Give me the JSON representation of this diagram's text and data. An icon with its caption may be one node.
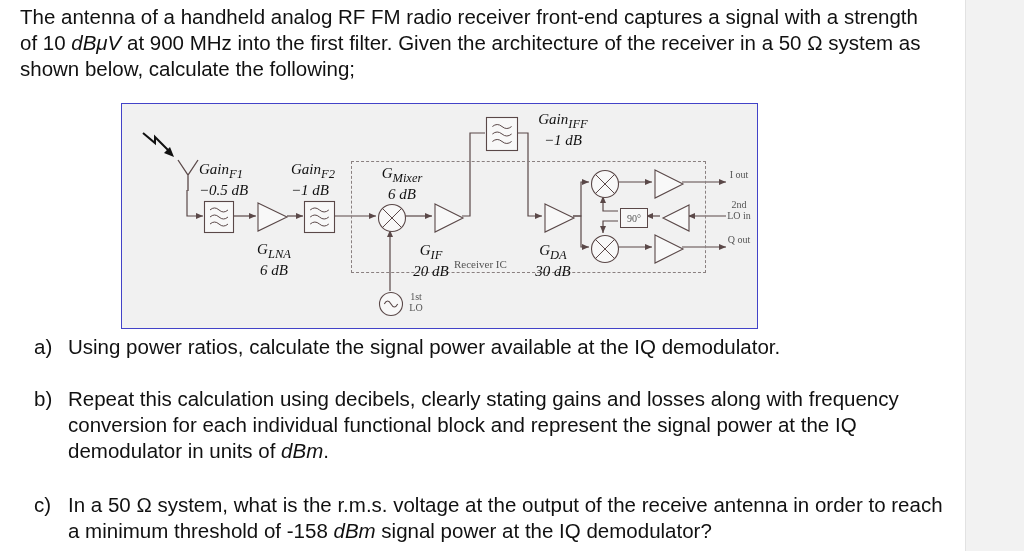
{
  "diagram": {
    "nodes": [
      {
        "text": [],
        "shape": "antenna"
      },
      {
        "text": [],
        "shape": "box",
        "beside": [
          "Gain$_{F1}$ −0.5 dB"
        ]
      },
      {
        "text": [],
        "shape": "triangle",
        "beside": [
          "G$_{LNA}$ 6 dB"
        ]
      },
      {
        "text": [],
        "shape": "box",
        "beside": [
          "Gain$_{F2}$ −1 dB"
        ]
      },
      {
        "text": [
          "Receiver IC"
        ]
      },
      {
        "text": [],
        "shape": "circle",
        "in": 4,
        "beside": [
          "G$_{Mixer}$ 6 dB"
        ]
      },
      {
        "text": [],
        "shape": "triangle",
        "in": 4,
        "beside": [
          "G$_{IF}$ 20 dB"
        ]
      },
      {
        "text": [],
        "shape": "box",
        "beside": [
          "Gain$_{IFF}$ −1 dB"
        ]
      },
      {
        "text": [],
        "shape": "triangle",
        "in": 4,
        "beside": [
          "G$_{DA}$ 30 dB"
        ]
      },
      {
        "text": [],
        "shape": "circle",
        "in": 4
      },
      {
        "text": [],
        "shape": "circle",
        "in": 4
      },
      {
        "text": [
          "90°"
        ],
        "in": 4
      },
      {
        "text": [],
        "shape": "triangle",
        "in": 4
      },
      {
        "text": [],
        "shape": "triangle",
        "in": 4
      },
      {
        "text": [],
        "shape": "triangle",
        "in": 4
      },
      {
        "text": [],
        "shape": "circle",
        "beside": [
          "1st LO"
        ]
      },
      {
        "text": [
          "I out"
        ]
      },
      {
        "text": [
          "2nd LO in"
        ]
      },
      {
        "text": [
          "Q out"
        ]
      }
    ],
    "edges": [
      {
        "from": 0,
        "to": 1,
        "arrow": "to"
      },
      {
        "from": 1,
        "to": 2,
        "arrow": "to"
      },
      {
        "from": 2,
        "to": 3,
        "arrow": "to"
      },
      {
        "from": 3,
        "to": 5,
        "arrow": "to"
      },
      {
        "from": 15,
        "to": 5,
        "arrow": "to"
      },
      {
        "from": 5,
        "to": 6,
        "arrow": "to"
      },
      {
        "from": 6,
        "to": 7,
        "arrow": "none"
      },
      {
        "from": 7,
        "to": 8,
        "arrow": "to"
      },
      {
        "from": 8,
        "to": 9,
        "arrow": "to"
      },
      {
        "from": 8,
        "to": 10,
        "arrow": "to"
      },
      {
        "from": 9,
        "to": 12,
        "arrow": "to"
      },
      {
        "from": 10,
        "to": 14,
        "arrow": "to"
      },
      {
        "from": 12,
        "to": 16,
        "arrow": "to"
      },
      {
        "from": 14,
        "to": 18,
        "arrow": "to"
      },
      {
        "from": 17,
        "to": 13,
        "arrow": "to"
      },
      {
        "from": 13,
        "to": 11,
        "arrow": "to"
      },
      {
        "from": 11,
        "to": 9,
        "arrow": "to"
      },
      {
        "from": 11,
        "to": 10,
        "arrow": "to"
      }
    ],
    "labels": [
      "The antenna of a handheld analog RF FM radio receiver front-end captures a signal with a strength of 10 *dBμV* at 900 MHz into the first filter. Given the architecture of the receiver in a 50 Ω system as shown below, calculate the following;",
      "a)",
      "Using power ratios, calculate the signal power available at the IQ demodulator.",
      "b)",
      "Repeat this calculation using decibels, clearly stating gains and losses along with frequency conversion for each individual functional block and represent the signal power at the IQ demodulator in units of *dBm*.",
      "c)",
      "In a 50 Ω system, what is the r.m.s. voltage at the output of the receive antenna in order to reach a minimum threshold of -158 *dBm* signal power at the IQ demodulator?"
    ]
  }
}
